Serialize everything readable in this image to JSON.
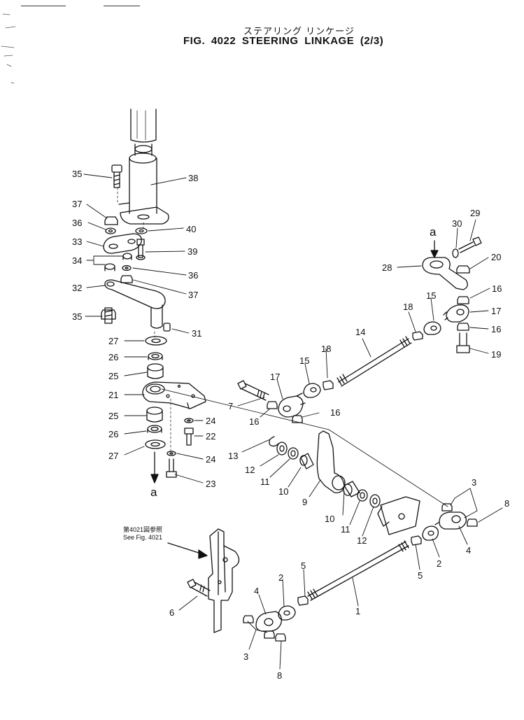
{
  "header": {
    "title_jp": "ステアリング リンケージ",
    "title_en": "FIG. 4022  STEERING LINKAGE  (2/3)"
  },
  "side_note": {
    "line1": "第4021図参照",
    "line2": "See Fig. 4021"
  },
  "marker_a_top": "a",
  "marker_a_bottom": "a",
  "callouts": [
    {
      "id": "c35a",
      "text": "35"
    },
    {
      "id": "c38",
      "text": "38"
    },
    {
      "id": "c37a",
      "text": "37"
    },
    {
      "id": "c36a",
      "text": "36"
    },
    {
      "id": "c40",
      "text": "40"
    },
    {
      "id": "c33",
      "text": "33"
    },
    {
      "id": "c39",
      "text": "39"
    },
    {
      "id": "c34",
      "text": "34"
    },
    {
      "id": "c36b",
      "text": "36"
    },
    {
      "id": "c32",
      "text": "32"
    },
    {
      "id": "c37b",
      "text": "37"
    },
    {
      "id": "c35b",
      "text": "35"
    },
    {
      "id": "c31",
      "text": "31"
    },
    {
      "id": "c27a",
      "text": "27"
    },
    {
      "id": "c26a",
      "text": "26"
    },
    {
      "id": "c25a",
      "text": "25"
    },
    {
      "id": "c21",
      "text": "21"
    },
    {
      "id": "c25b",
      "text": "25"
    },
    {
      "id": "c24a",
      "text": "24"
    },
    {
      "id": "c26b",
      "text": "26"
    },
    {
      "id": "c22",
      "text": "22"
    },
    {
      "id": "c27b",
      "text": "27"
    },
    {
      "id": "c24b",
      "text": "24"
    },
    {
      "id": "c23",
      "text": "23"
    },
    {
      "id": "c29",
      "text": "29"
    },
    {
      "id": "c30",
      "text": "30"
    },
    {
      "id": "c28",
      "text": "28"
    },
    {
      "id": "c20",
      "text": "20"
    },
    {
      "id": "c16a",
      "text": "16"
    },
    {
      "id": "c17a",
      "text": "17"
    },
    {
      "id": "c18a",
      "text": "18"
    },
    {
      "id": "c15a",
      "text": "15"
    },
    {
      "id": "c16b",
      "text": "16"
    },
    {
      "id": "c19",
      "text": "19"
    },
    {
      "id": "c14",
      "text": "14"
    },
    {
      "id": "c18b",
      "text": "18"
    },
    {
      "id": "c15b",
      "text": "15"
    },
    {
      "id": "c17b",
      "text": "17"
    },
    {
      "id": "c7",
      "text": "7"
    },
    {
      "id": "c16c",
      "text": "16"
    },
    {
      "id": "c16d",
      "text": "16"
    },
    {
      "id": "c13",
      "text": "13"
    },
    {
      "id": "c12a",
      "text": "12"
    },
    {
      "id": "c11a",
      "text": "11"
    },
    {
      "id": "c10a",
      "text": "10"
    },
    {
      "id": "c9",
      "text": "9"
    },
    {
      "id": "c3a",
      "text": "3"
    },
    {
      "id": "c8a",
      "text": "8"
    },
    {
      "id": "c10b",
      "text": "10"
    },
    {
      "id": "c11b",
      "text": "11"
    },
    {
      "id": "c12b",
      "text": "12"
    },
    {
      "id": "c4a",
      "text": "4"
    },
    {
      "id": "c2a",
      "text": "2"
    },
    {
      "id": "c5a",
      "text": "5"
    },
    {
      "id": "c1",
      "text": "1"
    },
    {
      "id": "c5b",
      "text": "5"
    },
    {
      "id": "c2b",
      "text": "2"
    },
    {
      "id": "c4b",
      "text": "4"
    },
    {
      "id": "c6",
      "text": "6"
    },
    {
      "id": "c3b",
      "text": "3"
    },
    {
      "id": "c8b",
      "text": "8"
    }
  ]
}
